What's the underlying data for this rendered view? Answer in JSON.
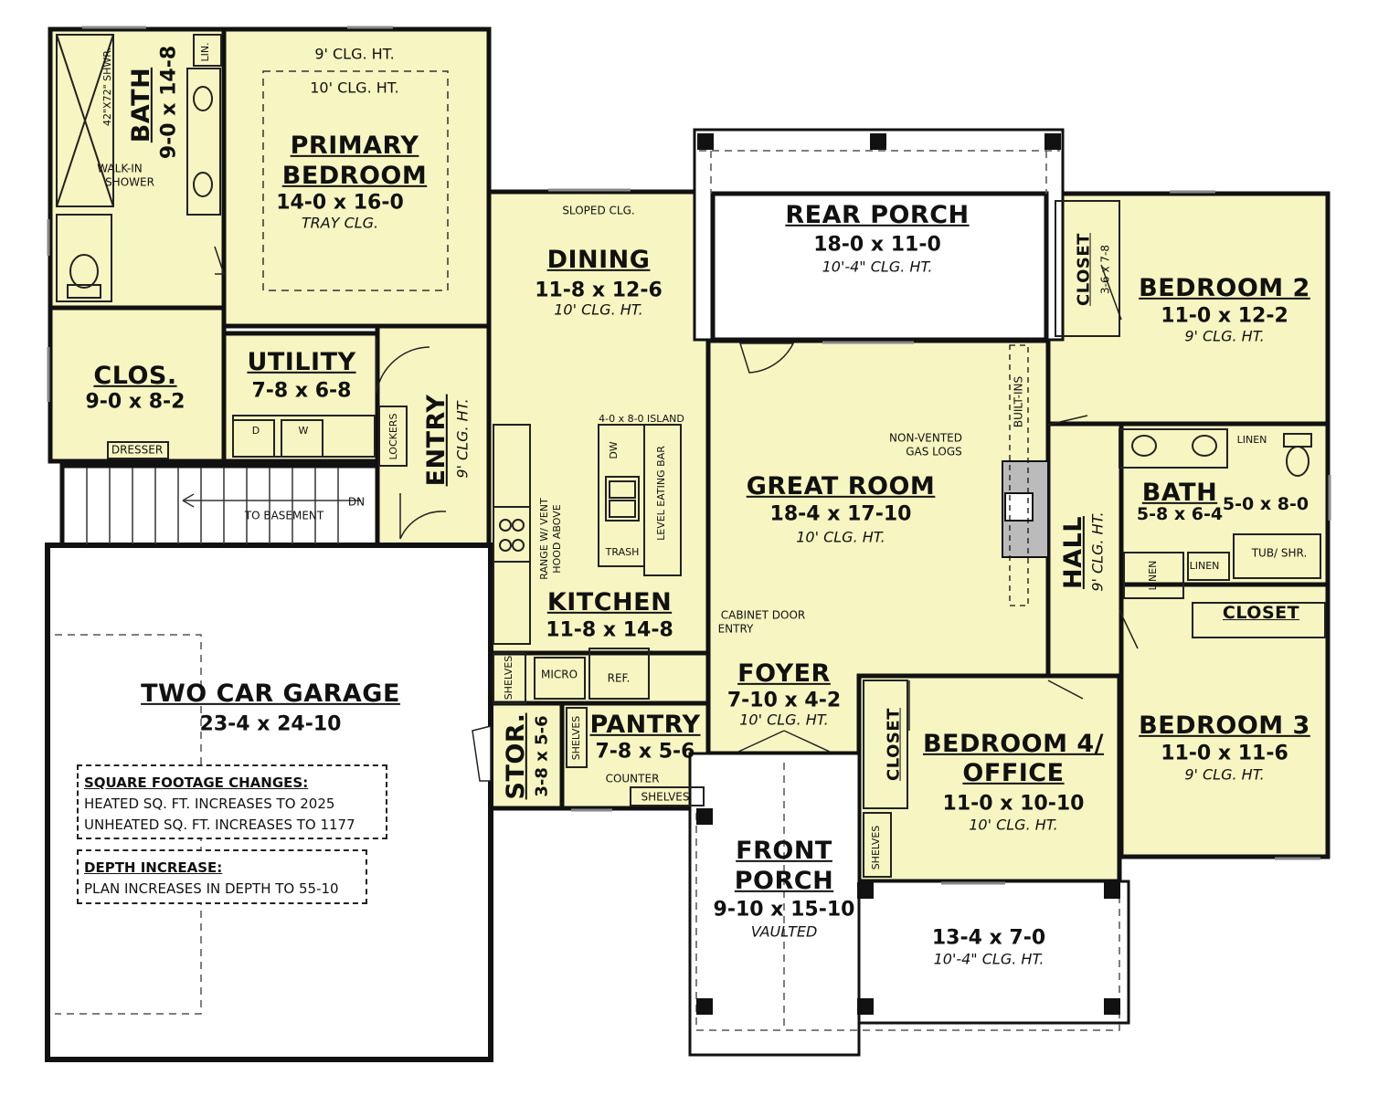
{
  "colors": {
    "room_fill": "#f7f5c1",
    "wall": "#111111",
    "porch_fill": "#ffffff"
  },
  "rooms": {
    "bath1": {
      "name": "BATH",
      "dim": "9-0 x 14-8",
      "shower": "42\"X72\" SHWR.",
      "walkin": "WALK-IN",
      "walkin2": "SHOWER",
      "lin": "LIN."
    },
    "primary": {
      "ceil1": "9' CLG. HT.",
      "ceil2": "10' CLG. HT.",
      "name1": "PRIMARY",
      "name2": "BEDROOM",
      "dim": "14-0 x 16-0",
      "note": "TRAY CLG."
    },
    "clos": {
      "name": "CLOS.",
      "dim": "9-0 x 8-2",
      "dresser": "DRESSER"
    },
    "utility": {
      "name": "UTILITY",
      "dim": "7-8 x 6-8",
      "d": "D",
      "w": "W",
      "lockers": "LOCKERS"
    },
    "stairs": {
      "to": "TO BASEMENT",
      "dn": "DN"
    },
    "entry": {
      "name": "ENTRY",
      "ceil": "9' CLG. HT."
    },
    "dining": {
      "sloped": "SLOPED CLG.",
      "name": "DINING",
      "dim": "11-8 x 12-6",
      "ceil": "10' CLG. HT."
    },
    "rear_porch": {
      "name": "REAR PORCH",
      "dim": "18-0 x 11-0",
      "ceil": "10'-4\" CLG. HT."
    },
    "great_room": {
      "name": "GREAT ROOM",
      "dim": "18-4 x 17-10",
      "ceil": "10' CLG. HT.",
      "gas1": "NON-VENTED",
      "gas2": "GAS LOGS",
      "builtins": "BUILT-INS"
    },
    "kitchen": {
      "name": "KITCHEN",
      "dim": "11-8 x 14-8",
      "island": "4-0 x 8-0 ISLAND",
      "dw": "DW",
      "trash": "TRASH",
      "bar": "LEVEL EATING BAR",
      "range1": "RANGE W/ VENT",
      "range2": "HOOD ABOVE",
      "micro": "MICRO",
      "ref": "REF.",
      "cab1": "CABINET DOOR",
      "cab2": "ENTRY",
      "shelves": "SHELVES"
    },
    "stor": {
      "name": "STOR.",
      "dim": "3-8 x 5-6"
    },
    "pantry": {
      "name": "PANTRY",
      "dim": "7-8 x 5-6",
      "shelves": "SHELVES",
      "counter": "COUNTER",
      "shelves2": "SHELVES"
    },
    "foyer": {
      "name": "FOYER",
      "dim": "7-10 x 4-2",
      "ceil": "10' CLG. HT."
    },
    "front_porch": {
      "name1": "FRONT",
      "name2": "PORCH",
      "dim": "9-10 x 15-10",
      "ceil": "VAULTED"
    },
    "porch_side": {
      "dim": "13-4 x 7-0",
      "ceil": "10'-4\" CLG. HT."
    },
    "bed2": {
      "name": "BEDROOM 2",
      "dim": "11-0 x 12-2",
      "ceil": "9' CLG. HT.",
      "closet": "CLOSET",
      "closet_dim": "3-6 x 7-8"
    },
    "bath2": {
      "name": "BATH",
      "dim": "5-8 x 6-4",
      "dim2": "5-0 x 8-0",
      "linen": "LINEN",
      "linen2": "LINEN",
      "linen3": "LINEN",
      "tub": "TUB/ SHR."
    },
    "hall": {
      "name": "HALL",
      "ceil": "9' CLG. HT."
    },
    "bed3": {
      "closet": "CLOSET",
      "name": "BEDROOM 3",
      "dim": "11-0 x 11-6",
      "ceil": "9' CLG. HT."
    },
    "bed4": {
      "closet": "CLOSET",
      "shelves": "SHELVES",
      "name1": "BEDROOM 4/",
      "name2": "OFFICE",
      "dim": "11-0 x 10-10",
      "ceil": "10' CLG. HT."
    },
    "garage": {
      "name": "TWO CAR GARAGE",
      "dim": "23-4 x 24-10"
    }
  },
  "notes": {
    "sqft_title": "SQUARE FOOTAGE CHANGES:",
    "sqft_heated": "HEATED SQ. FT. INCREASES TO 2025",
    "sqft_unheated": "UNHEATED SQ. FT. INCREASES TO 1177",
    "depth_title": "DEPTH INCREASE:",
    "depth_text": "PLAN INCREASES IN DEPTH TO 55-10"
  }
}
